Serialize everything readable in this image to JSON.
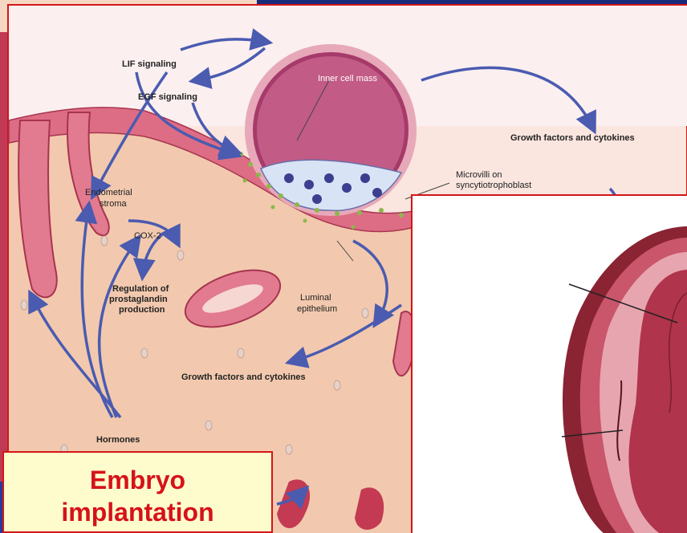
{
  "diagram": {
    "labels": {
      "lif": "LIF signaling",
      "egf": "EGF signaling",
      "inner_cell_mass": "Inner cell mass",
      "growth_factors_top": "Growth factors and cytokines",
      "microvilli_1": "Microvilli on",
      "microvilli_2": "syncytiotrophoblast",
      "endometrial_1": "Endometrial",
      "endometrial_2": "stroma",
      "cox2": "COX-2",
      "regulation_1": "Regulation of",
      "regulation_2": "prostaglandin",
      "regulation_3": "production",
      "luminal_1": "Luminal",
      "luminal_2": "epithelium",
      "growth_factors_bottom": "Growth factors and cytokines",
      "hormones": "Hormones"
    }
  },
  "caption": {
    "line1": "Embryo",
    "line2": "implantation"
  },
  "colors": {
    "frame": "#d21616",
    "caption_text": "#d6121a",
    "caption_bg": "#fefccc",
    "arrow": "#4a5bb0",
    "tissue": "#f2c9ae",
    "epithelium": "#d9607a"
  }
}
